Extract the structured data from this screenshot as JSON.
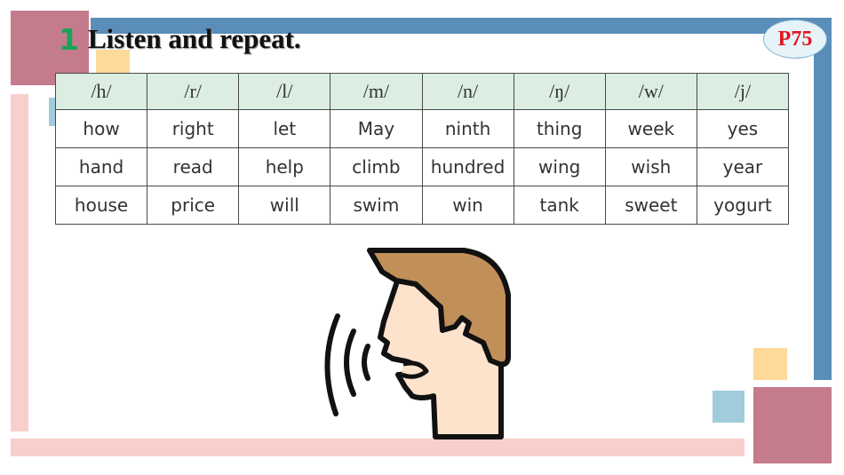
{
  "header": {
    "section_number": "1",
    "activity_title": "Listen and repeat.",
    "page_ref": "P75"
  },
  "phonics_table": {
    "headers": [
      "/h/",
      "/r/",
      "/l/",
      "/m/",
      "/n/",
      "/ŋ/",
      "/w/",
      "/j/"
    ],
    "rows": [
      [
        "how",
        "right",
        "let",
        "May",
        "ninth",
        "thing",
        "week",
        "yes"
      ],
      [
        "hand",
        "read",
        "help",
        "climb",
        "hundred",
        "wing",
        "wish",
        "year"
      ],
      [
        "house",
        "price",
        "will",
        "swim",
        "win",
        "tank",
        "sweet",
        "yogurt"
      ]
    ]
  },
  "colors": {
    "accent_blue": "#5a8db8",
    "accent_pink": "#f8cfcb",
    "accent_mauve": "#c47b8c",
    "accent_yellow": "#fdd99a",
    "accent_teal": "#a0ccdc",
    "number_green": "#1aa35a",
    "page_ref_red": "#e4141e",
    "header_cell_green": "#dbeee1"
  },
  "illustration": {
    "icon": "speaking-person-icon"
  }
}
